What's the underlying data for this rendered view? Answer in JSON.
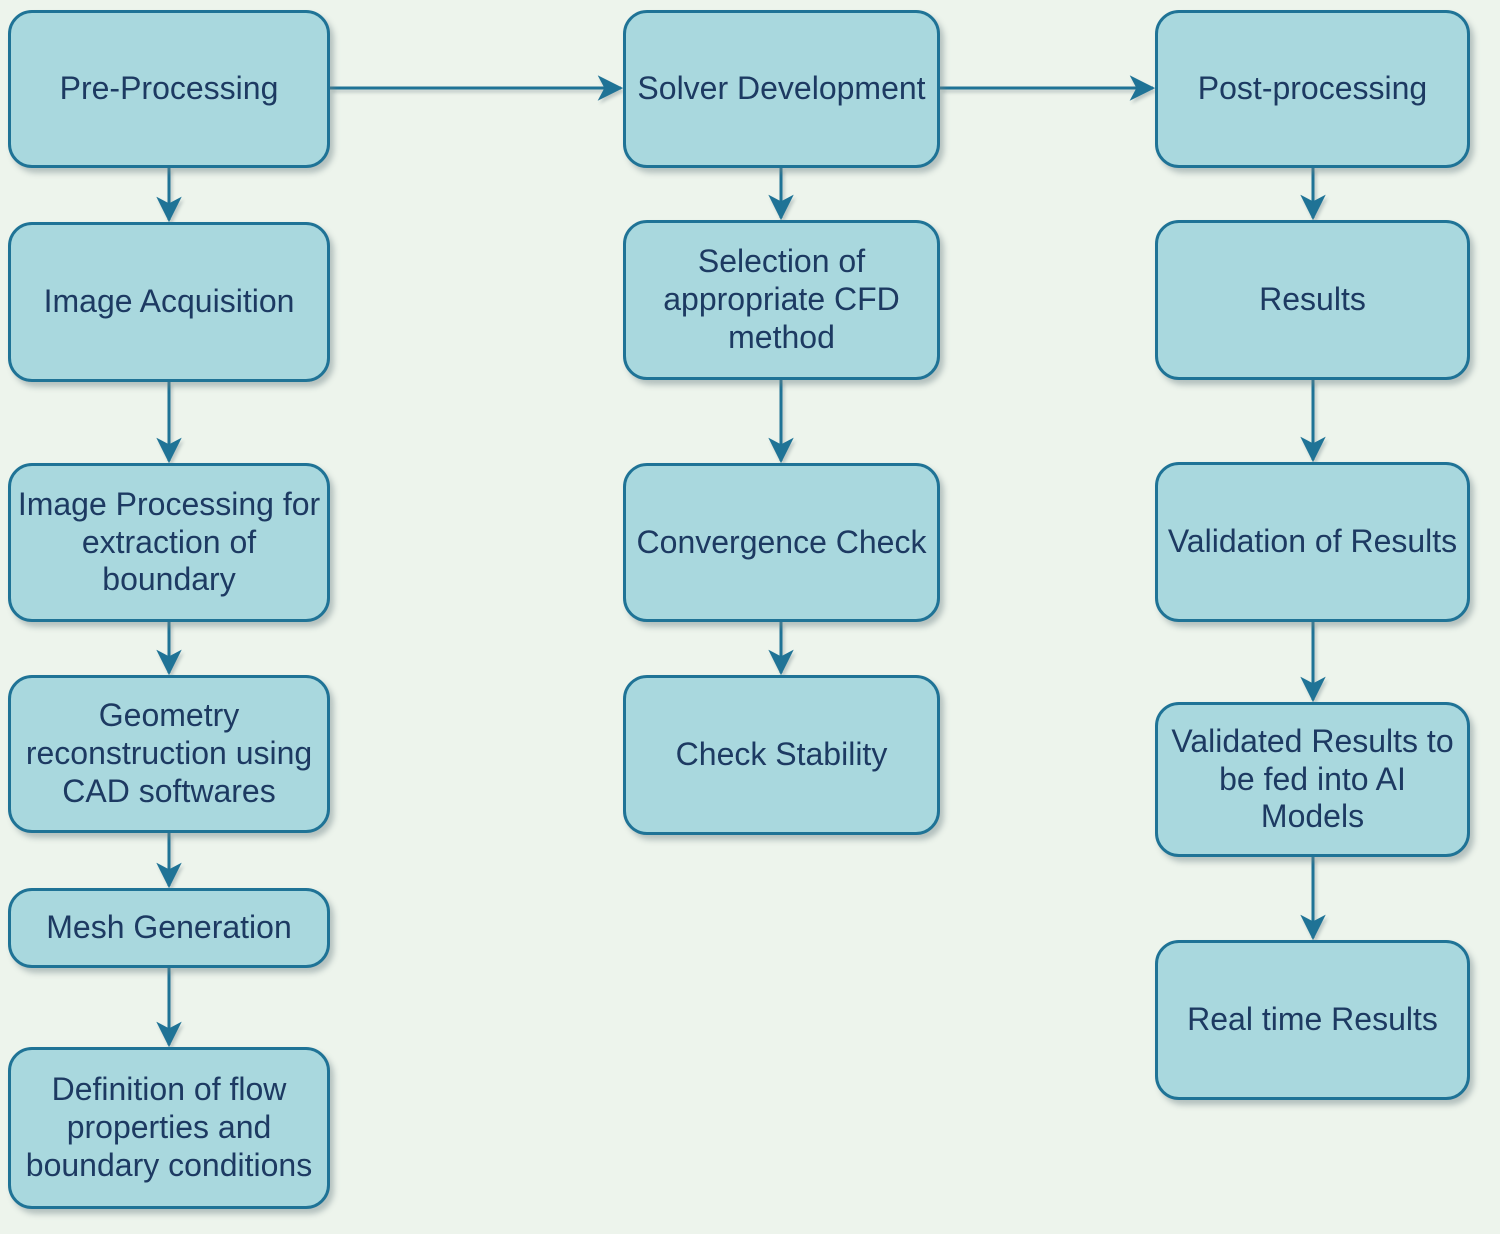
{
  "diagram": {
    "type": "flowchart",
    "colors": {
      "background": "#edf4ec",
      "box_fill": "#a9d8de",
      "box_border": "#1f7396",
      "text": "#1d3a62",
      "arrow": "#1f7396"
    },
    "columns": [
      {
        "name": "Pre-Processing stage",
        "boxes": [
          {
            "label": "Pre-Processing"
          },
          {
            "label": "Image Acquisition"
          },
          {
            "label": "Image Processing for\nextraction of\nboundary"
          },
          {
            "label": "Geometry\nreconstruction using\nCAD softwares"
          },
          {
            "label": "Mesh Generation"
          },
          {
            "label": "Definition of flow\nproperties and\nboundary conditions"
          }
        ]
      },
      {
        "name": "Solver Development stage",
        "boxes": [
          {
            "label": "Solver Development"
          },
          {
            "label": "Selection of\nappropriate CFD\nmethod"
          },
          {
            "label": "Convergence Check"
          },
          {
            "label": "Check Stability"
          }
        ]
      },
      {
        "name": "Post-processing stage",
        "boxes": [
          {
            "label": "Post-processing"
          },
          {
            "label": "Results"
          },
          {
            "label": "Validation of Results"
          },
          {
            "label": "Validated Results to\nbe fed into AI Models"
          },
          {
            "label": "Real time Results"
          }
        ]
      }
    ],
    "edges": [
      {
        "from": "Pre-Processing",
        "to": "Solver Development"
      },
      {
        "from": "Solver Development",
        "to": "Post-processing"
      },
      {
        "from": "Pre-Processing",
        "to": "Image Acquisition"
      },
      {
        "from": "Image Acquisition",
        "to": "Image Processing for extraction of boundary"
      },
      {
        "from": "Image Processing for extraction of boundary",
        "to": "Geometry reconstruction using CAD softwares"
      },
      {
        "from": "Geometry reconstruction using CAD softwares",
        "to": "Mesh Generation"
      },
      {
        "from": "Mesh Generation",
        "to": "Definition of flow properties and boundary conditions"
      },
      {
        "from": "Solver Development",
        "to": "Selection of appropriate CFD method"
      },
      {
        "from": "Selection of appropriate CFD method",
        "to": "Convergence Check"
      },
      {
        "from": "Convergence Check",
        "to": "Check Stability"
      },
      {
        "from": "Post-processing",
        "to": "Results"
      },
      {
        "from": "Results",
        "to": "Validation of Results"
      },
      {
        "from": "Validation of Results",
        "to": "Validated Results to be fed into AI Models"
      },
      {
        "from": "Validated Results to be fed into AI Models",
        "to": "Real time Results"
      }
    ]
  }
}
